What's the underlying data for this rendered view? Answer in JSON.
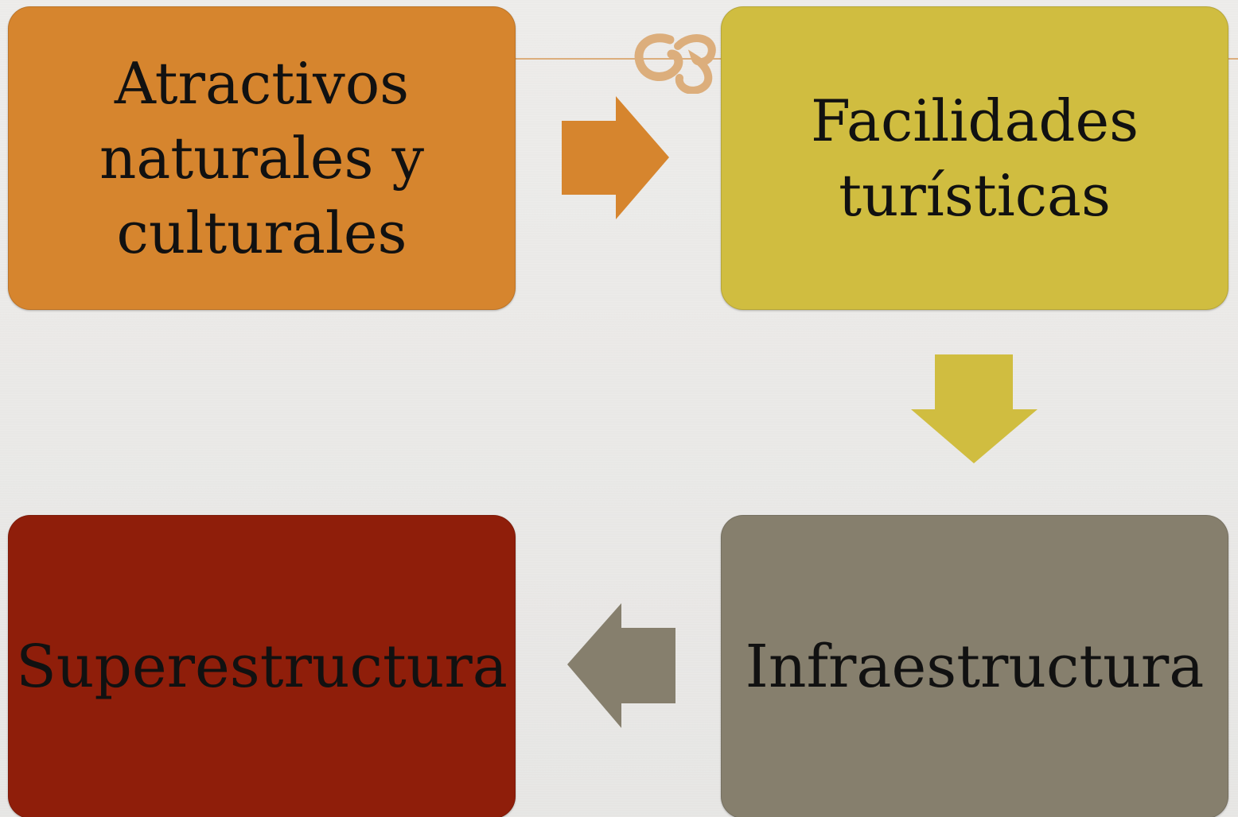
{
  "diagram": {
    "nodes": [
      {
        "id": "n1",
        "label": "Atractivos naturales y culturales",
        "color": "#d6852e"
      },
      {
        "id": "n2",
        "label": "Facilidades turísticas",
        "color": "#d0bd40"
      },
      {
        "id": "n3",
        "label": "Infraestructura",
        "color": "#867f6d"
      },
      {
        "id": "n4",
        "label": "Superestructura",
        "color": "#8f1e0a"
      }
    ],
    "edges": [
      {
        "from": "n1",
        "to": "n2",
        "direction": "right",
        "color": "#d6852e"
      },
      {
        "from": "n2",
        "to": "n3",
        "direction": "down",
        "color": "#d0bd40"
      },
      {
        "from": "n3",
        "to": "n4",
        "direction": "left",
        "color": "#867f6d"
      }
    ]
  },
  "decoration": {
    "ornament_color": "#dcae7c"
  }
}
